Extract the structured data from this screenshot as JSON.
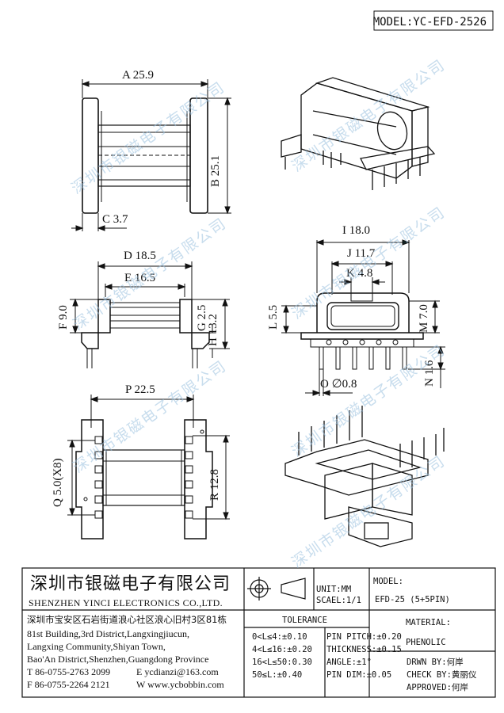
{
  "header": {
    "model": "MODEL:YC-EFD-2526"
  },
  "dims": {
    "a": "A 25.9",
    "b": "B 25.1",
    "c": "C 3.7",
    "d": "D 18.5",
    "e": "E 16.5",
    "f": "F 9.0",
    "g": "G 2.5",
    "h": "H 13.2",
    "i": "I 18.0",
    "j": "J 11.7",
    "k": "K 4.8",
    "l": "L 5.5",
    "m": "M 7.0",
    "n": "N 1.6",
    "o": "O ∅0.8",
    "p": "P 22.5",
    "q": "Q 5.0(X8)",
    "r": "R 12.8"
  },
  "watermark": "深圳市银磁电子有限公司",
  "title_block": {
    "company_cn": "深圳市银磁电子有限公司",
    "company_en": "SHENZHEN YINCI ELECTRONICS CO.,LTD.",
    "address_cn": "深圳市宝安区石岩街道浪心社区浪心旧村3区81栋",
    "address_en_1": "81st Building,3rd District,Langxingjiucun,",
    "address_en_2": "Langxing Community,Shiyan Town,",
    "address_en_3": "Bao'An District,Shenzhen,Guangdong Province",
    "tel": "T 86-0755-2763 2099",
    "fax": "F 86-0755-2264 2121",
    "email": "E ycdianzi@163.com",
    "web": "W www.ycbobbin.com",
    "unit": "UNIT:MM",
    "scale": "SCAEL:1/1",
    "model_label": "MODEL:",
    "model_value": "EFD-25 (5+5PIN)",
    "tolerance_label": "TOLERANCE",
    "tol": [
      "0<L≤4:±0.10",
      "4<L≤16:±0.20",
      "16<L≤50:0.30",
      "50≤L:±0.40"
    ],
    "pin": [
      "PIN PITCH:±0.20",
      "THICKNESS:±0.15",
      "ANGLE:±1°",
      "PIN DIM:±0.05"
    ],
    "material_label": "MATERIAL:",
    "material_value": "PHENOLIC",
    "drawn": "DRWN BY:何岸",
    "check": "CHECK BY:黄丽仪",
    "approved": "APPROVED:何岸"
  }
}
